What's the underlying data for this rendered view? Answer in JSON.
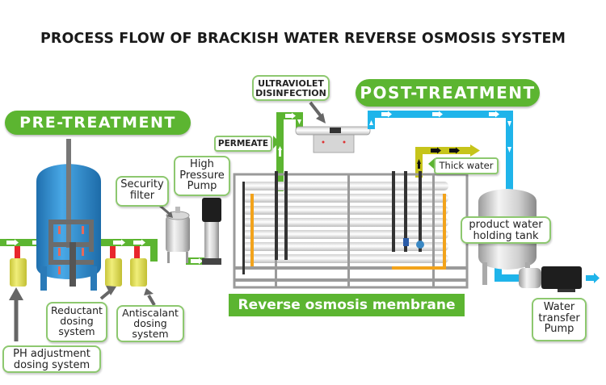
{
  "title": "PROCESS FLOW OF BRACKISH WATER REVERSE OSMOSIS SYSTEM",
  "sections": {
    "pre_treatment": "PRE-TREATMENT",
    "post_treatment": "POST-TREATMENT"
  },
  "labels": {
    "uv": [
      "ULTRAVIOLET",
      "DISINFECTION"
    ],
    "permeate": "PERMEATE",
    "security_filter": [
      "Security",
      "filter"
    ],
    "high_pressure_pump": [
      "High",
      "Pressure",
      "Pump"
    ],
    "thick_water": "Thick water",
    "product_tank": [
      "product water",
      "holding tank"
    ],
    "ro_membrane": "Reverse osmosis membrane",
    "water_transfer_pump": [
      "Water",
      "transfer",
      "Pump"
    ],
    "reductant": [
      "Reductant",
      "dosing",
      "system"
    ],
    "antiscalant": [
      "Antiscalant",
      "dosing",
      "system"
    ],
    "ph_adjustment": [
      "PH adjustment",
      "dosing system"
    ]
  },
  "colors": {
    "green": "#5cb531",
    "blue": "#1fb4ea",
    "olive": "#c6c41a",
    "red": "#e8262c",
    "tank_blue": "#2f8fd0",
    "dosing_yellow": "#e3e05a"
  }
}
